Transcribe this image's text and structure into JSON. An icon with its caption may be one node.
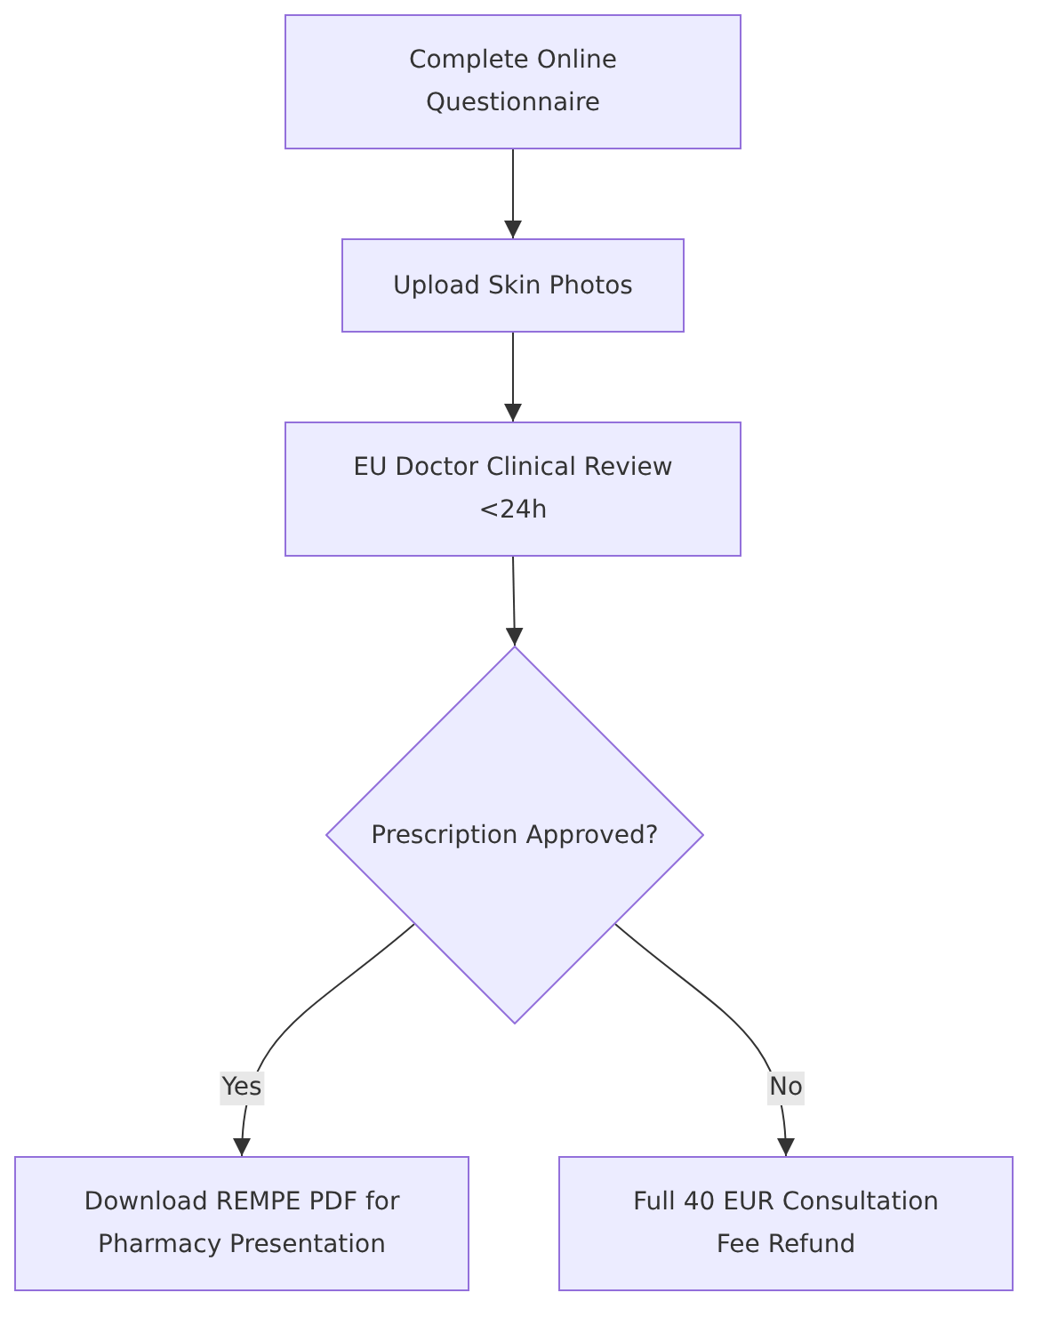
{
  "diagram": {
    "nodes": [
      {
        "text": [
          "Complete Online Questionnaire"
        ]
      },
      {
        "text": [
          "Upload Skin Photos"
        ]
      },
      {
        "text": [
          "EU Doctor Clinical Review <24h"
        ]
      },
      {
        "text": [
          "Prescription Approved?"
        ]
      },
      {
        "text": [
          "Download REMPE PDF for Pharmacy Presentation"
        ]
      },
      {
        "text": [
          "Full 40 EUR Consultation Fee Refund"
        ]
      }
    ],
    "edges": [
      {
        "from": 0,
        "to": 1,
        "arrow": "to"
      },
      {
        "from": 1,
        "to": 2,
        "arrow": "to"
      },
      {
        "from": 2,
        "to": 3,
        "arrow": "to"
      },
      {
        "from": 3,
        "to": 4,
        "arrow": "to",
        "label": "Yes"
      },
      {
        "from": 3,
        "to": 5,
        "arrow": "to",
        "label": "No"
      }
    ]
  }
}
